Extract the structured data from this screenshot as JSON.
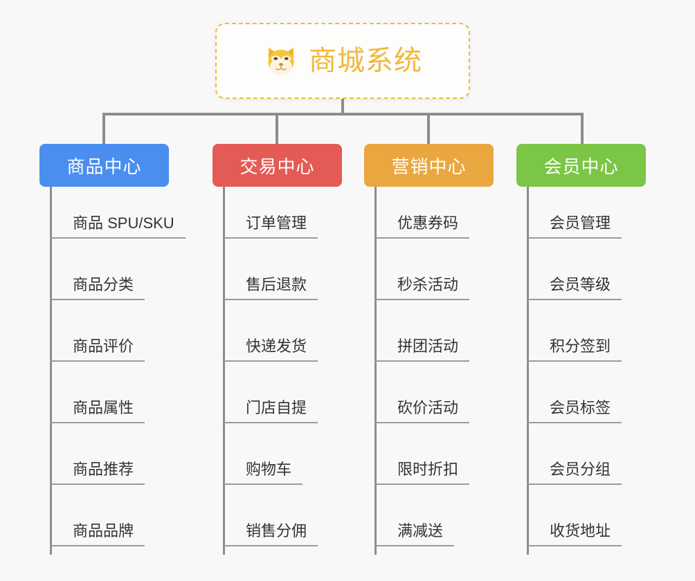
{
  "page": {
    "background_color": "#f8f8f8",
    "title": "商城系统",
    "type": "organization-tree-diagram"
  },
  "root": {
    "label": "商城系统",
    "icon": "shiba-dog-icon",
    "border_color": "#f0b93c",
    "text_color": "#f0b93c",
    "background_color": "#fdfdfc"
  },
  "connector": {
    "color": "#8c8c8c"
  },
  "columns": [
    {
      "id": "product-center",
      "label": "商品中心",
      "color": "#4a8ef0",
      "items": [
        "商品 SPU/SKU",
        "商品分类",
        "商品评价",
        "商品属性",
        "商品推荐",
        "商品品牌"
      ]
    },
    {
      "id": "trade-center",
      "label": "交易中心",
      "color": "#e45b56",
      "items": [
        "订单管理",
        "售后退款",
        "快递发货",
        "门店自提",
        "购物车",
        "销售分佣"
      ]
    },
    {
      "id": "marketing-center",
      "label": "营销中心",
      "color": "#eaa73f",
      "items": [
        "优惠券码",
        "秒杀活动",
        "拼团活动",
        "砍价活动",
        "限时折扣",
        "满减送"
      ]
    },
    {
      "id": "member-center",
      "label": "会员中心",
      "color": "#7bc646",
      "items": [
        "会员管理",
        "会员等级",
        "积分签到",
        "会员标签",
        "会员分组",
        "收货地址"
      ]
    }
  ]
}
